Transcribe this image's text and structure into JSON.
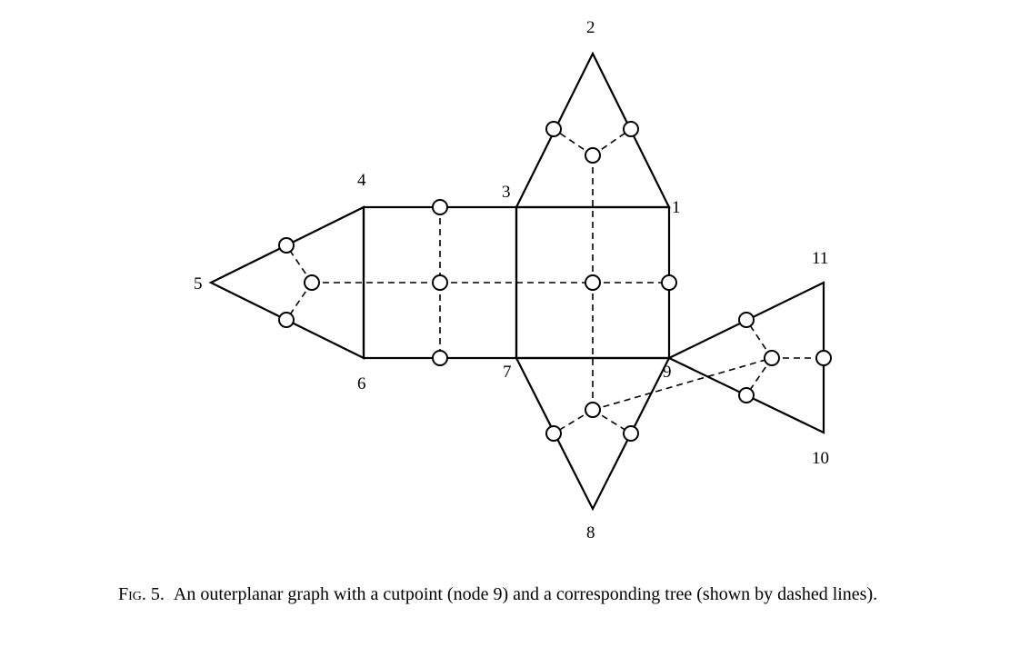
{
  "figure": {
    "vertex_labels": {
      "v1": "1",
      "v2": "2",
      "v3": "3",
      "v4": "4",
      "v5": "5",
      "v6": "6",
      "v7": "7",
      "v8": "8",
      "v9": "9",
      "v10": "10",
      "v11": "11"
    },
    "graph_edges_style": "solid",
    "tree_edges_style": "dashed",
    "tree_node_marker": "hollow circle"
  },
  "caption": {
    "label": "Fig. 5.",
    "text": "An outerplanar graph with a cutpoint (node 9) and a corresponding tree (shown by dashed lines)."
  }
}
